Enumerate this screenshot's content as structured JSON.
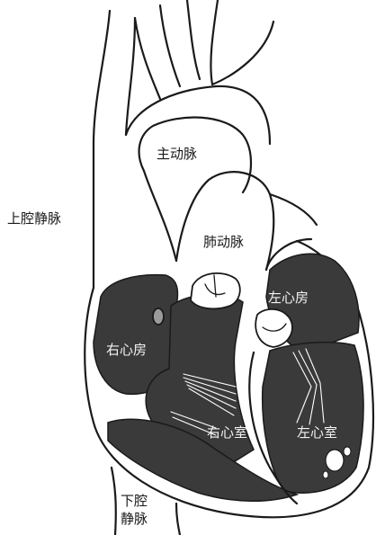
{
  "labels": {
    "aorta": "主动脉",
    "superior_vena_cava": "上腔静脉",
    "pulmonary_artery": "肺动脉",
    "left_atrium": "左心房",
    "right_atrium": "右心房",
    "right_ventricle": "右心室",
    "left_ventricle": "左心室",
    "inferior_vena_cava_line1": "下腔",
    "inferior_vena_cava_line2": "静脉"
  },
  "colors": {
    "chamber_fill": "#3a3a3a",
    "outline": "#1a1a1a",
    "background": "#ffffff"
  }
}
